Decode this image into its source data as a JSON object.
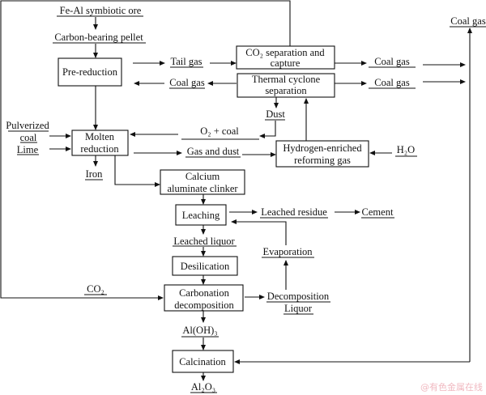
{
  "nodes": {
    "fe_al_ore": "Fe-Al symbiotic ore",
    "pellet": "Carbon-bearing pellet",
    "pre_reduction": "Pre-reduction",
    "tail_gas": "Tail gas",
    "co2_sep_line1": "CO₂ separation and",
    "co2_sep_line2": "capture",
    "coal_gas_1": "Coal gas",
    "coal_gas_2": "Coal gas",
    "coal_gas_3": "Coal gas",
    "coal_gas_top": "Coal gas",
    "thermal_line1": "Thermal cyclone",
    "thermal_line2": "separation",
    "dust": "Dust",
    "o2_coal": "O₂ + coal",
    "pulverized": "Pulverized",
    "coal": "coal",
    "lime": "Lime",
    "molten_line1": "Molten",
    "molten_line2": "reduction",
    "gas_dust": "Gas and dust",
    "hydrogen_line1": "Hydrogen-enriched",
    "hydrogen_line2": "reforming gas",
    "h2o": "H₂O",
    "iron": "Iron",
    "calcium_line1": "Calcium",
    "calcium_line2": "aluminate clinker",
    "leaching": "Leaching",
    "leached_residue": "Leached residue",
    "cement": "Cement",
    "leached_liquor": "Leached liquor",
    "evaporation": "Evaporation",
    "desilication": "Desilication",
    "co2": "CO₂",
    "carbonation_line1": "Carbonation",
    "carbonation_line2": "decomposition",
    "decomposition_line1": "Decomposition",
    "decomposition_line2": "Liquor",
    "aloh3": "Al(OH)₃",
    "calcination": "Calcination",
    "al2o3": "Al₂O₃"
  },
  "watermark": "@有色金属在线"
}
